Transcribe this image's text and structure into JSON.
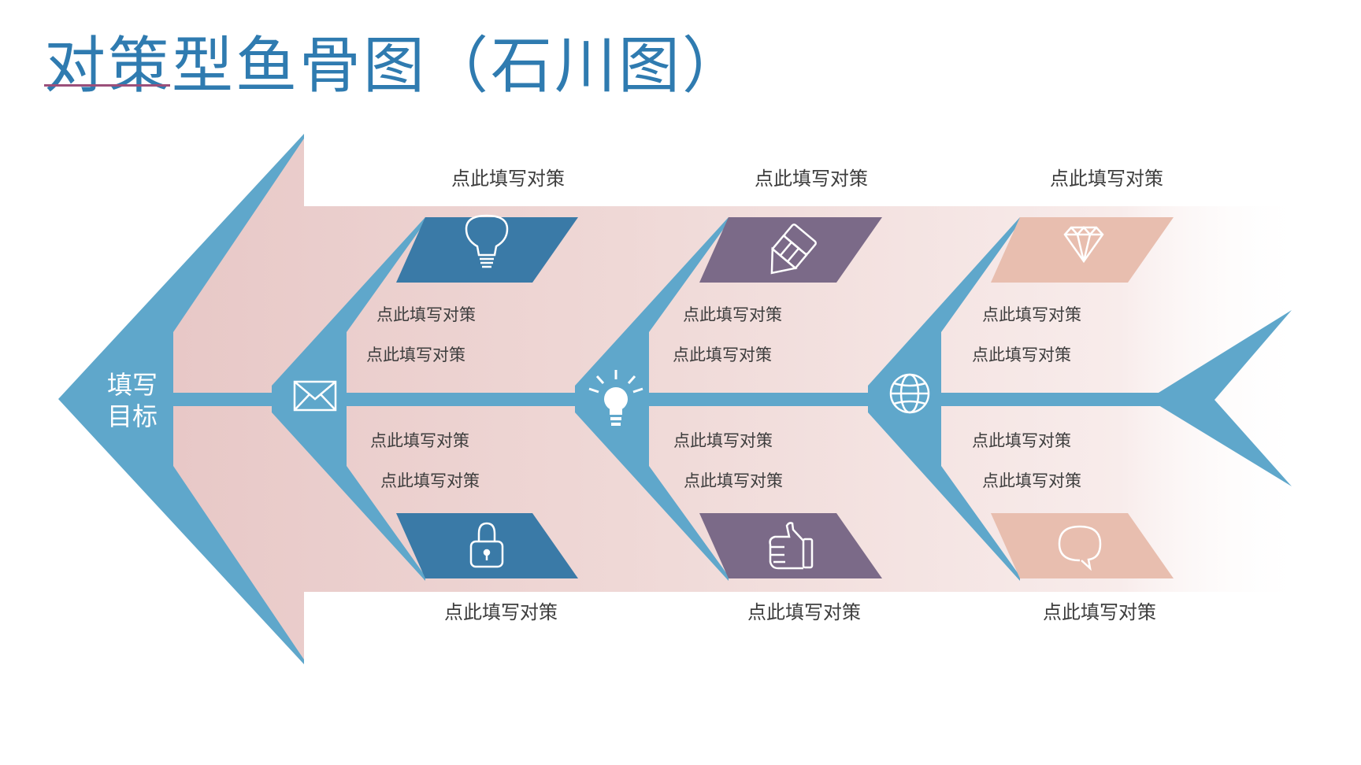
{
  "title": "对策型鱼骨图（石川图）",
  "head_label": [
    "填写",
    "目标"
  ],
  "colors": {
    "spine": "#5fa7cb",
    "band": "#e9cdcb",
    "blue": "#3a7aa7",
    "purple": "#7b6a88",
    "peach": "#e8beaf",
    "title": "#2f7bb0",
    "underline": "#9b4f7a",
    "text": "#3d3d3d"
  },
  "sections": [
    {
      "top_caption": "点此填写对策",
      "bottom_caption": "点此填写对策",
      "top_items": [
        "点此填写对策",
        "点此填写对策"
      ],
      "bottom_items": [
        "点此填写对策",
        "点此填写对策"
      ],
      "top_icon": "lightbulb-icon",
      "bottom_icon": "lock-icon",
      "joint_icon": "envelope-icon",
      "color": "blue"
    },
    {
      "top_caption": "点此填写对策",
      "bottom_caption": "点此填写对策",
      "top_items": [
        "点此填写对策",
        "点此填写对策"
      ],
      "bottom_items": [
        "点此填写对策",
        "点此填写对策"
      ],
      "top_icon": "pencil-icon",
      "bottom_icon": "thumbs-up-icon",
      "joint_icon": "idea-bulb-icon",
      "color": "purple"
    },
    {
      "top_caption": "点此填写对策",
      "bottom_caption": "点此填写对策",
      "top_items": [
        "点此填写对策",
        "点此填写对策"
      ],
      "bottom_items": [
        "点此填写对策",
        "点此填写对策"
      ],
      "top_icon": "diamond-icon",
      "bottom_icon": "speech-bubble-icon",
      "joint_icon": "globe-icon",
      "color": "peach"
    }
  ]
}
